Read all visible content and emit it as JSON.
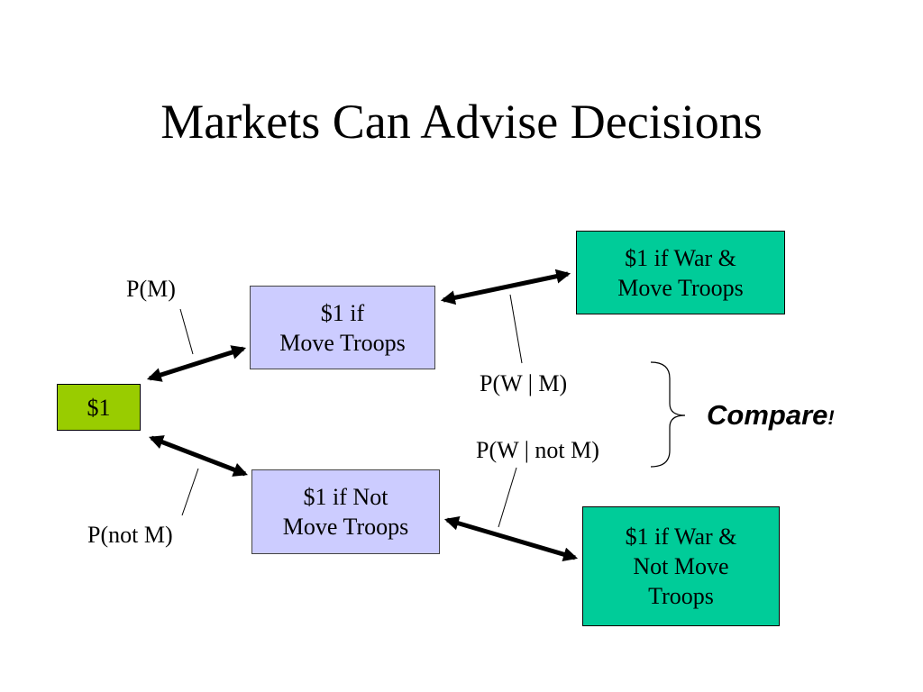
{
  "title": "Markets Can Advise Decisions",
  "nodes": {
    "root": {
      "label": "$1"
    },
    "move": {
      "line1": "$1 if",
      "line2": "Move Troops"
    },
    "not_move": {
      "line1": "$1 if Not",
      "line2": "Move Troops"
    },
    "war_move": {
      "line1": "$1 if War &",
      "line2": "Move Troops"
    },
    "war_not_move": {
      "line1": "$1 if War &",
      "line2": "Not Move",
      "line3": "Troops"
    }
  },
  "edge_labels": {
    "p_m": "P(M)",
    "p_not_m": "P(not M)",
    "p_w_given_m": "P(W | M)",
    "p_w_given_not_m": "P(W | not M)"
  },
  "compare": {
    "text": "Compare",
    "punct": "!"
  },
  "colors": {
    "root_fill": "#99cc00",
    "decision_fill": "#ccccff",
    "outcome_fill": "#00cc99",
    "arrow": "#000000"
  }
}
